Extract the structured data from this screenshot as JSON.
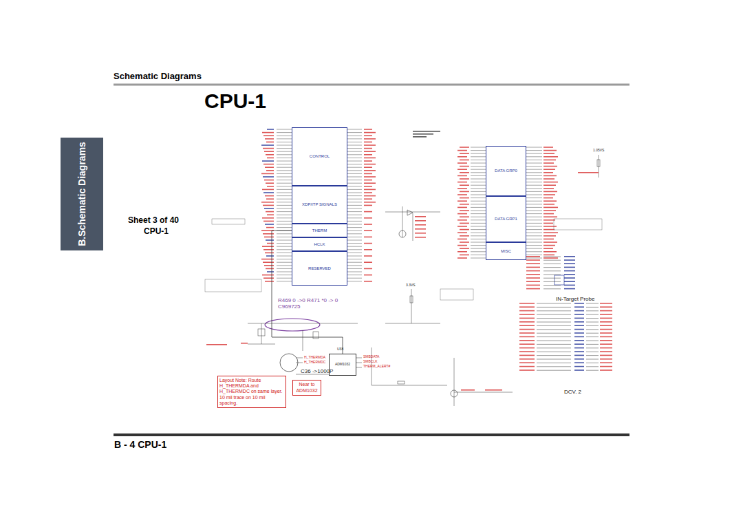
{
  "diagram": {
    "title": "CPU-1",
    "nodes": [
      {
        "text": [
          "B.Schematic Diagrams"
        ]
      },
      {
        "text": [
          "CONTROL"
        ]
      },
      {
        "text": [
          "XDP/ITP SIGNALS"
        ]
      },
      {
        "text": [
          "THERM"
        ]
      },
      {
        "text": [
          "HCLK"
        ]
      },
      {
        "text": [
          "RESERVED"
        ]
      },
      {
        "text": [
          "DATA GRP0"
        ]
      },
      {
        "text": [
          "DATA GRP1"
        ]
      },
      {
        "text": [
          "MISC"
        ]
      },
      {
        "text": [
          "Layout Note: Route H_THERMDA and H_THERMDC on same layer. 10 mil trace on 10 mil spacing."
        ]
      },
      {
        "text": [
          "Near to ADM1032"
        ]
      },
      {
        "text": [
          "ADM1032"
        ]
      }
    ],
    "edges": [
      {
        "from": 11,
        "to": 3,
        "arrow": "none"
      }
    ],
    "labels": [
      "Schematic Diagrams",
      "Sheet 3 of 40",
      "CPU-1",
      "B - 4 CPU-1",
      "R469 0 ->0 R471 *0 -> 0",
      "C969725",
      "C36 ->1000P",
      "IN-Target Probe",
      "DCV. 2",
      "U38",
      "H_THERMDA",
      "H_THERMDC",
      "3.3VS",
      "1.05VS",
      "SMBDATA",
      "SMBCLK",
      "THERM_ALERT#"
    ]
  }
}
